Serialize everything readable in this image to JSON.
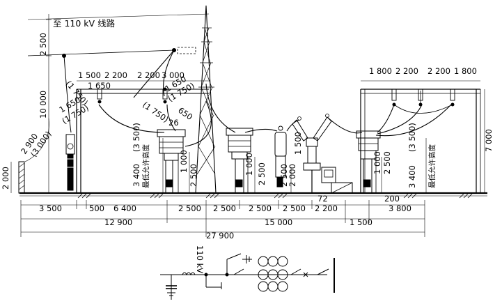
{
  "labels": {
    "line_to": "至 110 kV 线路",
    "min_height": "最低允许高度",
    "voltage": "110 kV"
  },
  "dims": {
    "h_2500": "2 500",
    "h_10000": "10 000",
    "h_2000": "2 000",
    "diag_2900": "2 900",
    "diag_3000": "(3 000)",
    "top_left": [
      "1 500",
      "2 200",
      "2 200",
      "3 000"
    ],
    "d_1650_a": "1 650",
    "d_1750_a": "(1 750)",
    "d_1650_b": "1 650",
    "d_1750_b": "(1 750)",
    "d_1650_c": "1 650",
    "d_1750_c": "(1 750)",
    "d_1750_d": "(1 750)",
    "d_650": "650",
    "d_26": "26",
    "v_3400": "3 400",
    "v_3500": "(3 500)",
    "v_1000_a": "1 000",
    "v_2500_a": "2 500",
    "v_1000_b": "1 000",
    "v_2500_b": "2 500",
    "v_2500_c": "2 500",
    "v_1500": "1 500",
    "v_2000": "2 000",
    "v_1000_c": "1 000",
    "v_2500_d": "2 500",
    "v_3400_r": "3 400",
    "v_3500_r": "(3 500)",
    "v_7000": "7 000",
    "top_right": [
      "1 800",
      "2 200",
      "2 200",
      "1 800"
    ],
    "d_72": "72",
    "d_200": "200",
    "row1": [
      "3 500",
      "500",
      "6 400",
      "2 500",
      "2 500",
      "2 500",
      "2 500",
      "2 200",
      "3 800"
    ],
    "row2": [
      "12 900",
      "15 000",
      "1 500"
    ],
    "total": "27 900"
  }
}
